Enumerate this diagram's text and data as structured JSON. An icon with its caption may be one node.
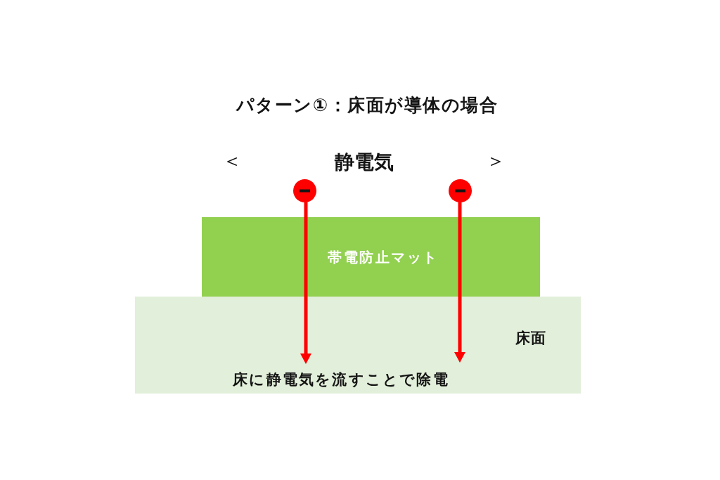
{
  "diagram": {
    "title": "パターン①：床面が導体の場合",
    "nodes": [
      {
        "text": [],
        "shape": "circle"
      },
      {
        "text": [],
        "shape": "circle"
      },
      {
        "text": [
          "帯電防止マット"
        ]
      },
      {
        "text": [
          "床面",
          "床に静電気を流すことで除電"
        ]
      }
    ],
    "edges": [
      {
        "from": 0,
        "to": 2,
        "arrow": "none"
      },
      {
        "from": 1,
        "to": 2,
        "arrow": "none"
      },
      {
        "from": 2,
        "to": 3,
        "arrow": "to"
      },
      {
        "from": 2,
        "to": 3,
        "arrow": "to"
      }
    ],
    "labels": [
      "＜",
      "静電気",
      "＞"
    ]
  }
}
